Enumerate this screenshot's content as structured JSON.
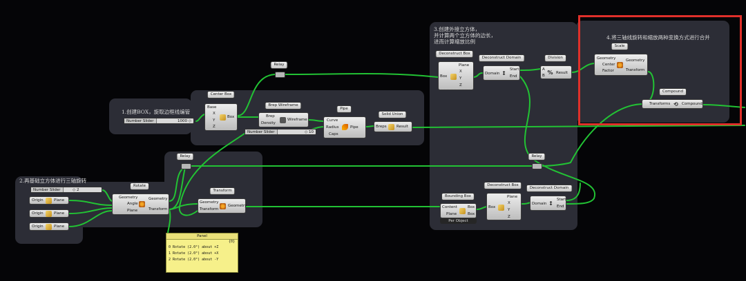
{
  "notes": {
    "n1": "1.创建BOX，旋取边框线编管",
    "n2": "2.再基础立方体进行三轴旋转",
    "n3a": "3.创建外接立方体，",
    "n3b": "并计算两个立方体的边长，",
    "n3c": "进而计算缩放比例",
    "n4": "4.将三轴线旋转和缩放两种变换方式进行合并"
  },
  "components": {
    "center_box": {
      "title": "Center Box",
      "base": "Base",
      "x": "X",
      "y": "Y",
      "z": "Z",
      "out": "Box"
    },
    "brep_wireframe": {
      "title": "Brep Wireframe",
      "brep": "Brep",
      "density": "Density",
      "out": "Wireframe"
    },
    "pipe": {
      "title": "Pipe",
      "curve": "Curve",
      "radius": "Radius",
      "caps": "Caps",
      "out": "Pipe"
    },
    "solid_union": {
      "title": "Solid Union",
      "in": "Breps",
      "out": "Result"
    },
    "rotate": {
      "title": "Rotate",
      "geometry": "Geometry",
      "angle": "Angle",
      "plane": "Plane",
      "out_geometry": "Geometry",
      "out_transform": "Transform"
    },
    "transform": {
      "title": "Transform",
      "geometry": "Geometry",
      "transform": "Transform",
      "out": "Geometry"
    },
    "deconstruct_box_1": {
      "title": "Deconstruct Box",
      "in": "Box",
      "plane": "Plane",
      "x": "X",
      "y": "Y",
      "z": "Z"
    },
    "deconstruct_domain_1": {
      "title": "Deconstruct Domain",
      "in": "Domain",
      "start": "Start",
      "end": "End"
    },
    "division": {
      "title": "Division",
      "a": "A",
      "b": "B",
      "out": "Result"
    },
    "bounding_box": {
      "title": "Bounding Box",
      "content": "Content",
      "plane": "Plane",
      "box1": "Box",
      "box2": "Box",
      "footer": "Per Object"
    },
    "deconstruct_box_2": {
      "title": "Deconstruct Box",
      "in": "Box",
      "plane": "Plane",
      "x": "X",
      "y": "Y",
      "z": "Z"
    },
    "deconstruct_domain_2": {
      "title": "Deconstruct Domain",
      "in": "Domain",
      "start": "Start",
      "end": "End"
    },
    "scale": {
      "title": "Scale",
      "geometry": "Geometry",
      "center": "Center",
      "factor": "Factor",
      "out_geometry": "Geometry",
      "out_transform": "Transform"
    },
    "compound": {
      "title": "Compound",
      "in": "Transforms",
      "out": "Compound"
    },
    "relay_1": {
      "title": "Relay"
    },
    "relay_2": {
      "title": "Relay"
    },
    "relay_3": {
      "title": "Relay"
    },
    "origin_x": {
      "in": "Origin",
      "out": "Plane"
    },
    "origin_y": {
      "in": "Origin",
      "out": "Plane"
    },
    "origin_z": {
      "in": "Origin",
      "out": "Plane"
    }
  },
  "sliders": {
    "size": {
      "name": "Number Slider",
      "value": "1000 ◇"
    },
    "radius": {
      "name": "Number Slider",
      "value": "◇ 10"
    },
    "angle": {
      "name": "Number Slider",
      "value": "◇ 2"
    }
  },
  "panel": {
    "title": "Panel",
    "count": "{0}",
    "rows": [
      "0 Rotate (2.0°) about +Z",
      "1 Rotate (2.0°) about +X",
      "2 Rotate (2.0°) about -Y"
    ]
  },
  "colors": {
    "wire": "#22c334",
    "group": "#2c2d36",
    "highlight": "#e0302a",
    "panel": "#f6f08a"
  }
}
